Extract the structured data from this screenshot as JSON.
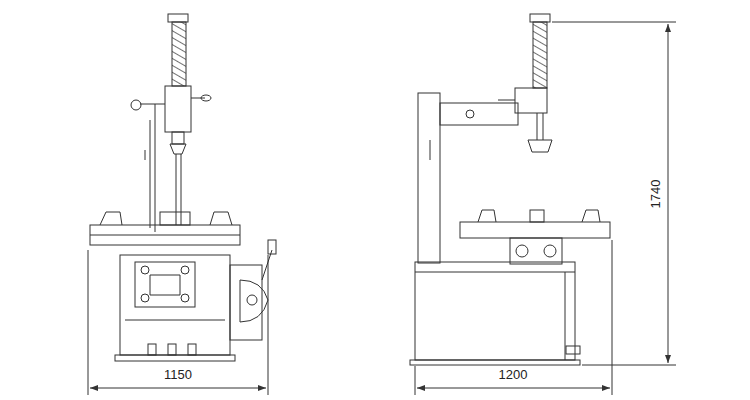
{
  "diagram": {
    "labels": [
      "1150",
      "1200",
      "1740"
    ]
  }
}
